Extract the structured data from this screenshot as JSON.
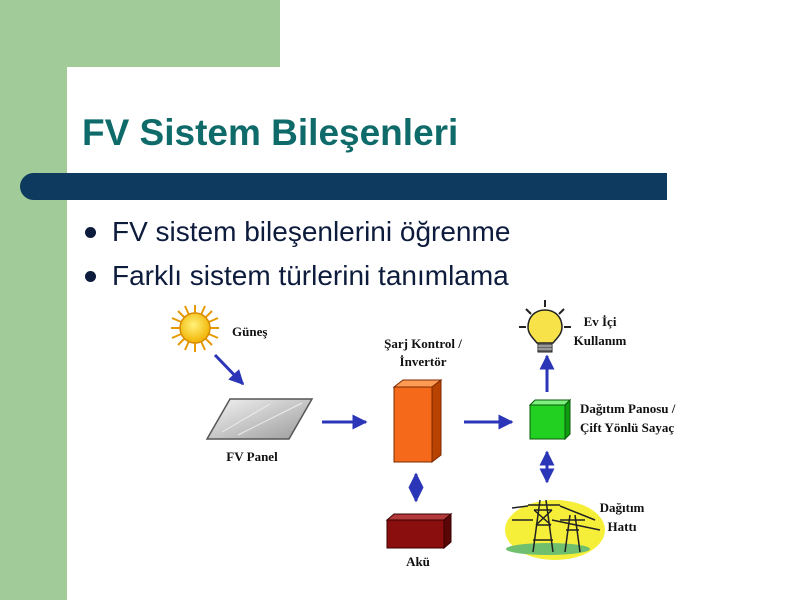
{
  "slide": {
    "title": "FV Sistem Bileşenleri",
    "bullets": [
      "FV sistem bileşenlerini öğrenme",
      "Farklı sistem türlerini tanımlama"
    ]
  },
  "diagram": {
    "labels": {
      "sun": "Güneş",
      "pv_panel": "FV Panel",
      "charge_inverter": [
        "Şarj Kontrol /",
        "İnvertör"
      ],
      "battery": "Akü",
      "home_use": [
        "Ev İçi",
        "Kullanım"
      ],
      "distribution_panel": [
        "Dağıtım Panosu /",
        "Çift Yönlü Sayaç"
      ],
      "distribution_line": [
        "Dağıtım",
        "Hattı"
      ]
    },
    "colors": {
      "arrow": "#2b35b8",
      "inverter": "#f56a1a",
      "battery": "#8b0e0e",
      "panel_box": "#22d022",
      "bulb": "#f8e24a",
      "sun": "#f5c518",
      "title": "#0f6a6a",
      "band": "#a1cc99",
      "bar": "#0e3a5f"
    }
  }
}
